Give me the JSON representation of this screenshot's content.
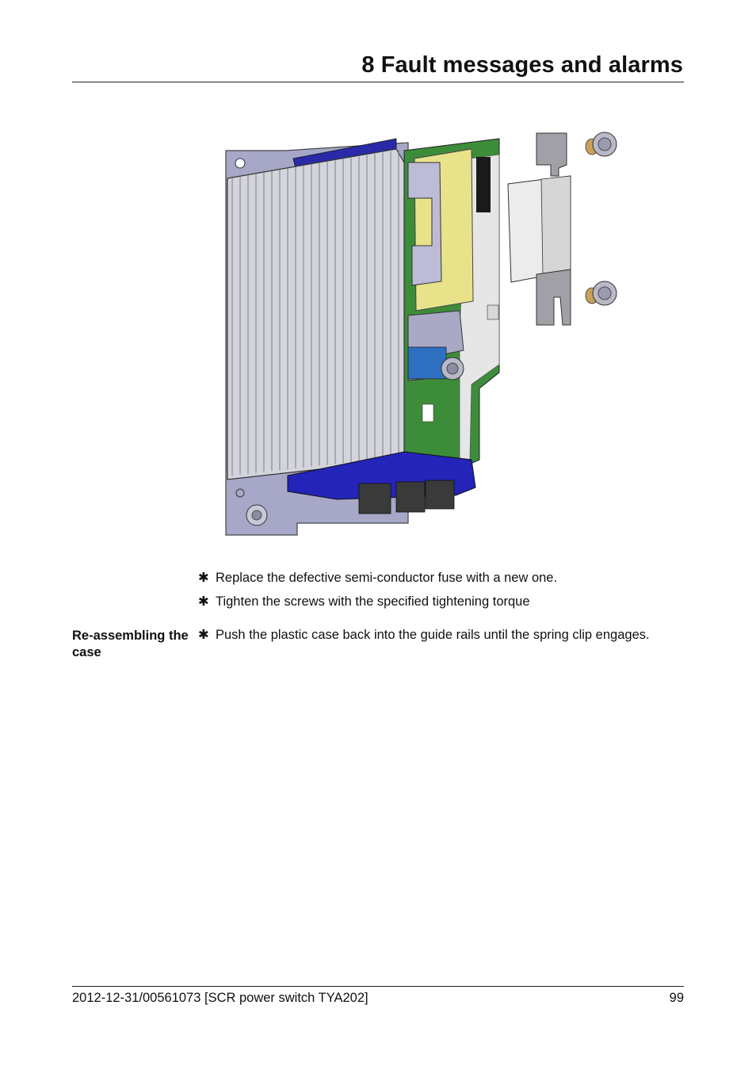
{
  "header": {
    "title": "8 Fault messages and alarms"
  },
  "figure": {
    "icon": "scr-power-switch-illustration"
  },
  "steps": [
    {
      "marker": "✱",
      "text": "Replace the defective semi-conductor fuse with a new one."
    },
    {
      "marker": "✱",
      "text": "Tighten the screws with the specified tightening torque"
    }
  ],
  "reassembling": {
    "label": "Re-assembling the case",
    "marker": "✱",
    "text": "Push the plastic case back into the guide rails until the spring clip engages."
  },
  "footer": {
    "doc_ref": "2012-12-31/00561073 [SCR power switch TYA202]",
    "page": "99"
  }
}
